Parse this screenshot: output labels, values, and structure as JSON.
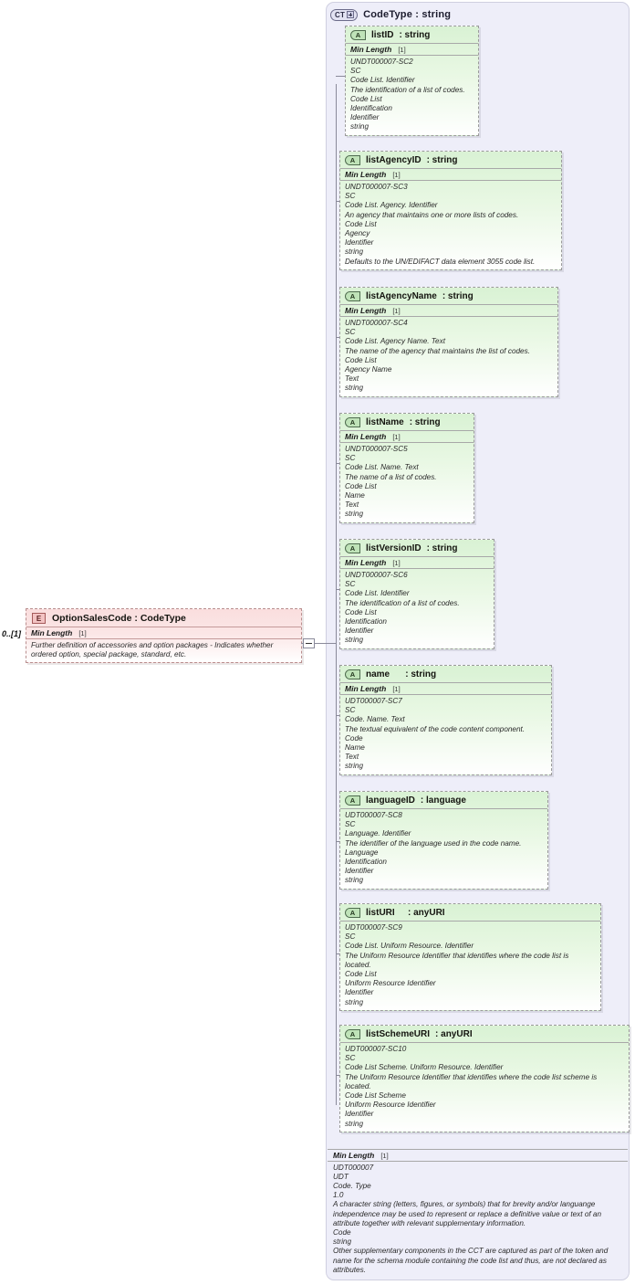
{
  "diagram": {
    "title": "XSD complexType diagram",
    "colors": {
      "container_bg": "#eeeef9",
      "attribute_bg": "#d9f2d4",
      "element_bg": "#fadede",
      "border": "#9a9a9a"
    }
  },
  "complex_type": {
    "badge": "CT",
    "badge_icon": "ct-plus-icon",
    "title": "CodeType : string",
    "rule": {
      "name": "Min Length",
      "cardinality": "[1]"
    },
    "documentation": [
      "UDT000007",
      "UDT",
      "Code. Type",
      "1.0",
      "A character string (letters, figures, or symbols) that for brevity and/or languange independence may be used to represent or replace a definitive value or text of an attribute together with relevant supplementary information.",
      "Code",
      "string",
      "Other supplementary components in the CCT are captured as part of the token and name for the schema module containing the code list and thus, are not declared as attributes."
    ]
  },
  "element": {
    "badge": "E",
    "title": "OptionSalesCode : CodeType",
    "cardinality": "0..[1]",
    "rule": {
      "name": "Min Length",
      "cardinality": "[1]"
    },
    "documentation": [
      "Further definition of accessories and option packages - Indicates whether ordered option, special package, standard, etc."
    ]
  },
  "attributes": [
    {
      "badge": "A",
      "name": "listID",
      "type": ": string",
      "rule": {
        "name": "Min Length",
        "cardinality": "[1]"
      },
      "documentation": [
        "UNDT000007-SC2",
        "SC",
        "Code List. Identifier",
        "The identification of a list of codes.",
        "Code List",
        "Identification",
        "Identifier",
        "string"
      ]
    },
    {
      "badge": "A",
      "name": "listAgencyID",
      "type": ": string",
      "rule": {
        "name": "Min Length",
        "cardinality": "[1]"
      },
      "documentation": [
        "UNDT000007-SC3",
        "SC",
        "Code List. Agency. Identifier",
        "An agency that maintains one or more lists of codes.",
        "Code List",
        "Agency",
        "Identifier",
        "string",
        "Defaults to the UN/EDIFACT data element 3055 code list."
      ]
    },
    {
      "badge": "A",
      "name": "listAgencyName",
      "type": ": string",
      "rule": {
        "name": "Min Length",
        "cardinality": "[1]"
      },
      "documentation": [
        "UNDT000007-SC4",
        "SC",
        "Code List. Agency Name. Text",
        "The name of the agency that maintains the list of codes.",
        "Code List",
        "Agency Name",
        "Text",
        "string"
      ]
    },
    {
      "badge": "A",
      "name": "listName",
      "type": ": string",
      "rule": {
        "name": "Min Length",
        "cardinality": "[1]"
      },
      "documentation": [
        "UNDT000007-SC5",
        "SC",
        "Code List. Name. Text",
        "The name of a list of codes.",
        "Code List",
        "Name",
        "Text",
        "string"
      ]
    },
    {
      "badge": "A",
      "name": "listVersionID",
      "type": ": string",
      "rule": {
        "name": "Min Length",
        "cardinality": "[1]"
      },
      "documentation": [
        "UNDT000007-SC6",
        "SC",
        "Code List. Identifier",
        "The identification of a list of codes.",
        "Code List",
        "Identification",
        "Identifier",
        "string"
      ]
    },
    {
      "badge": "A",
      "name": "name    ",
      "type": ": string",
      "rule": {
        "name": "Min Length",
        "cardinality": "[1]"
      },
      "documentation": [
        "UDT000007-SC7",
        "SC",
        "Code. Name. Text",
        "The textual equivalent of the code content component.",
        "Code",
        "Name",
        "Text",
        "string"
      ]
    },
    {
      "badge": "A",
      "name": "languageID",
      "type": ": language",
      "rule": null,
      "documentation": [
        "UDT000007-SC8",
        "SC",
        "Language. Identifier",
        "The identifier of the language used in the code name.",
        "Language",
        "Identification",
        "Identifier",
        "string"
      ]
    },
    {
      "badge": "A",
      "name": "listURI   ",
      "type": ": anyURI",
      "rule": null,
      "documentation": [
        "UDT000007-SC9",
        "SC",
        "Code List. Uniform Resource. Identifier",
        "The Uniform Resource Identifier that identifies where the code list is located.",
        "Code List",
        "Uniform Resource Identifier",
        "Identifier",
        "string"
      ]
    },
    {
      "badge": "A",
      "name": "listSchemeURI",
      "type": ": anyURI",
      "rule": null,
      "documentation": [
        "UDT000007-SC10",
        "SC",
        "Code List Scheme. Uniform Resource. Identifier",
        "The Uniform Resource Identifier that identifies where the code list scheme is located.",
        "Code List Scheme",
        "Uniform Resource Identifier",
        "Identifier",
        "string"
      ]
    }
  ]
}
